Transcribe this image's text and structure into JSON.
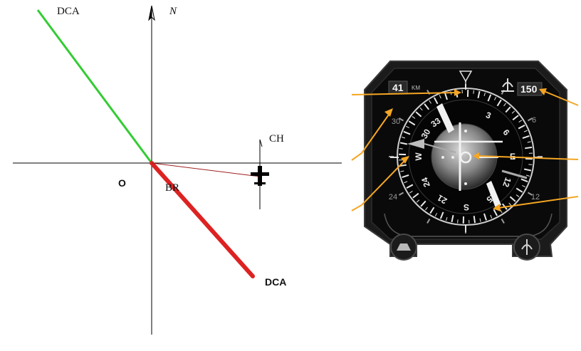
{
  "left_diagram": {
    "labels": {
      "north": "N",
      "dca_top": "DCA",
      "dca_bottom": "DCA",
      "origin": "O",
      "ch": "CH",
      "br": "BR"
    },
    "colors": {
      "axes": "#000000",
      "dca_green": "#33cc33",
      "dca_red": "#dd2222",
      "bearing_line": "#a02020",
      "aircraft": "#000000"
    },
    "icons": [
      "north-arrow-icon",
      "aircraft-icon"
    ]
  },
  "hsi": {
    "dme_distance": "41",
    "dme_unit": "KM",
    "course_readout": "150",
    "heading_scale": {
      "major_labels": [
        "N",
        "3",
        "6",
        "E",
        "12",
        "15",
        "S",
        "21",
        "24",
        "W",
        "30",
        "33"
      ],
      "outer_labels": [
        "30",
        "24",
        "12",
        "6"
      ]
    },
    "colors": {
      "bezel": "#1b1b1b",
      "face": "#070707",
      "annotation_arrow": "#f5a623",
      "needle_white": "#f2f2f2"
    },
    "icons": [
      "heading-bug-icon",
      "course-knob-icon",
      "heading-knob-icon",
      "dme-icon",
      "arrow-icon"
    ]
  }
}
